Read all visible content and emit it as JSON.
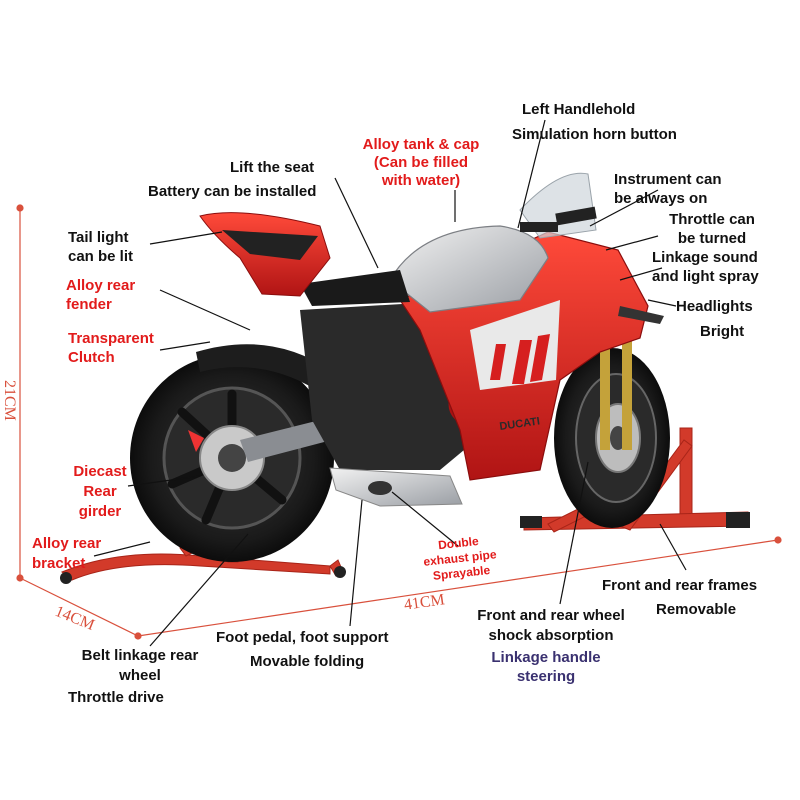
{
  "labels": {
    "left_handlehold": "Left Handlehold",
    "horn_button": "Simulation horn button",
    "alloy_tank": [
      "Alloy tank & cap",
      "(Can be filled",
      "with water)"
    ],
    "lift_seat": "Lift the seat",
    "battery": "Battery can be installed",
    "tail_light": [
      "Tail light",
      "can be lit"
    ],
    "instrument": [
      "Instrument can",
      "be always on"
    ],
    "throttle": [
      "Throttle can",
      "be turned"
    ],
    "linkage_sound": [
      "Linkage sound",
      "and light spray"
    ],
    "headlights": "Headlights",
    "bright": "Bright",
    "alloy_rear_fender": [
      "Alloy rear",
      "fender"
    ],
    "transparent_clutch": [
      "Transparent",
      "Clutch"
    ],
    "diecast_girder": [
      "Diecast",
      "Rear",
      "girder"
    ],
    "alloy_rear_bracket": [
      "Alloy rear",
      "bracket"
    ],
    "double_exhaust": [
      "Double",
      "exhaust pipe",
      "Sprayable"
    ],
    "front_rear_frames": "Front and rear frames",
    "removable": "Removable",
    "shock_absorption": [
      "Front and rear wheel",
      "shock absorption"
    ],
    "linkage_handle": [
      "Linkage handle",
      "steering"
    ],
    "foot_pedal": "Foot pedal, foot support",
    "movable_folding": "Movable folding",
    "belt_linkage": [
      "Belt linkage rear",
      "wheel"
    ],
    "throttle_drive": "Throttle drive"
  },
  "dimensions": {
    "height": "21CM",
    "depth": "14CM",
    "length": "41CM"
  },
  "model_text": "DUCATI",
  "colors": {
    "red_label": "#e21b1b",
    "navy_label": "#3a3170",
    "dimension": "#d9503c",
    "body_red": "#d61f1f",
    "silver": "#b9bcc0",
    "tire": "#1b1b1b"
  }
}
